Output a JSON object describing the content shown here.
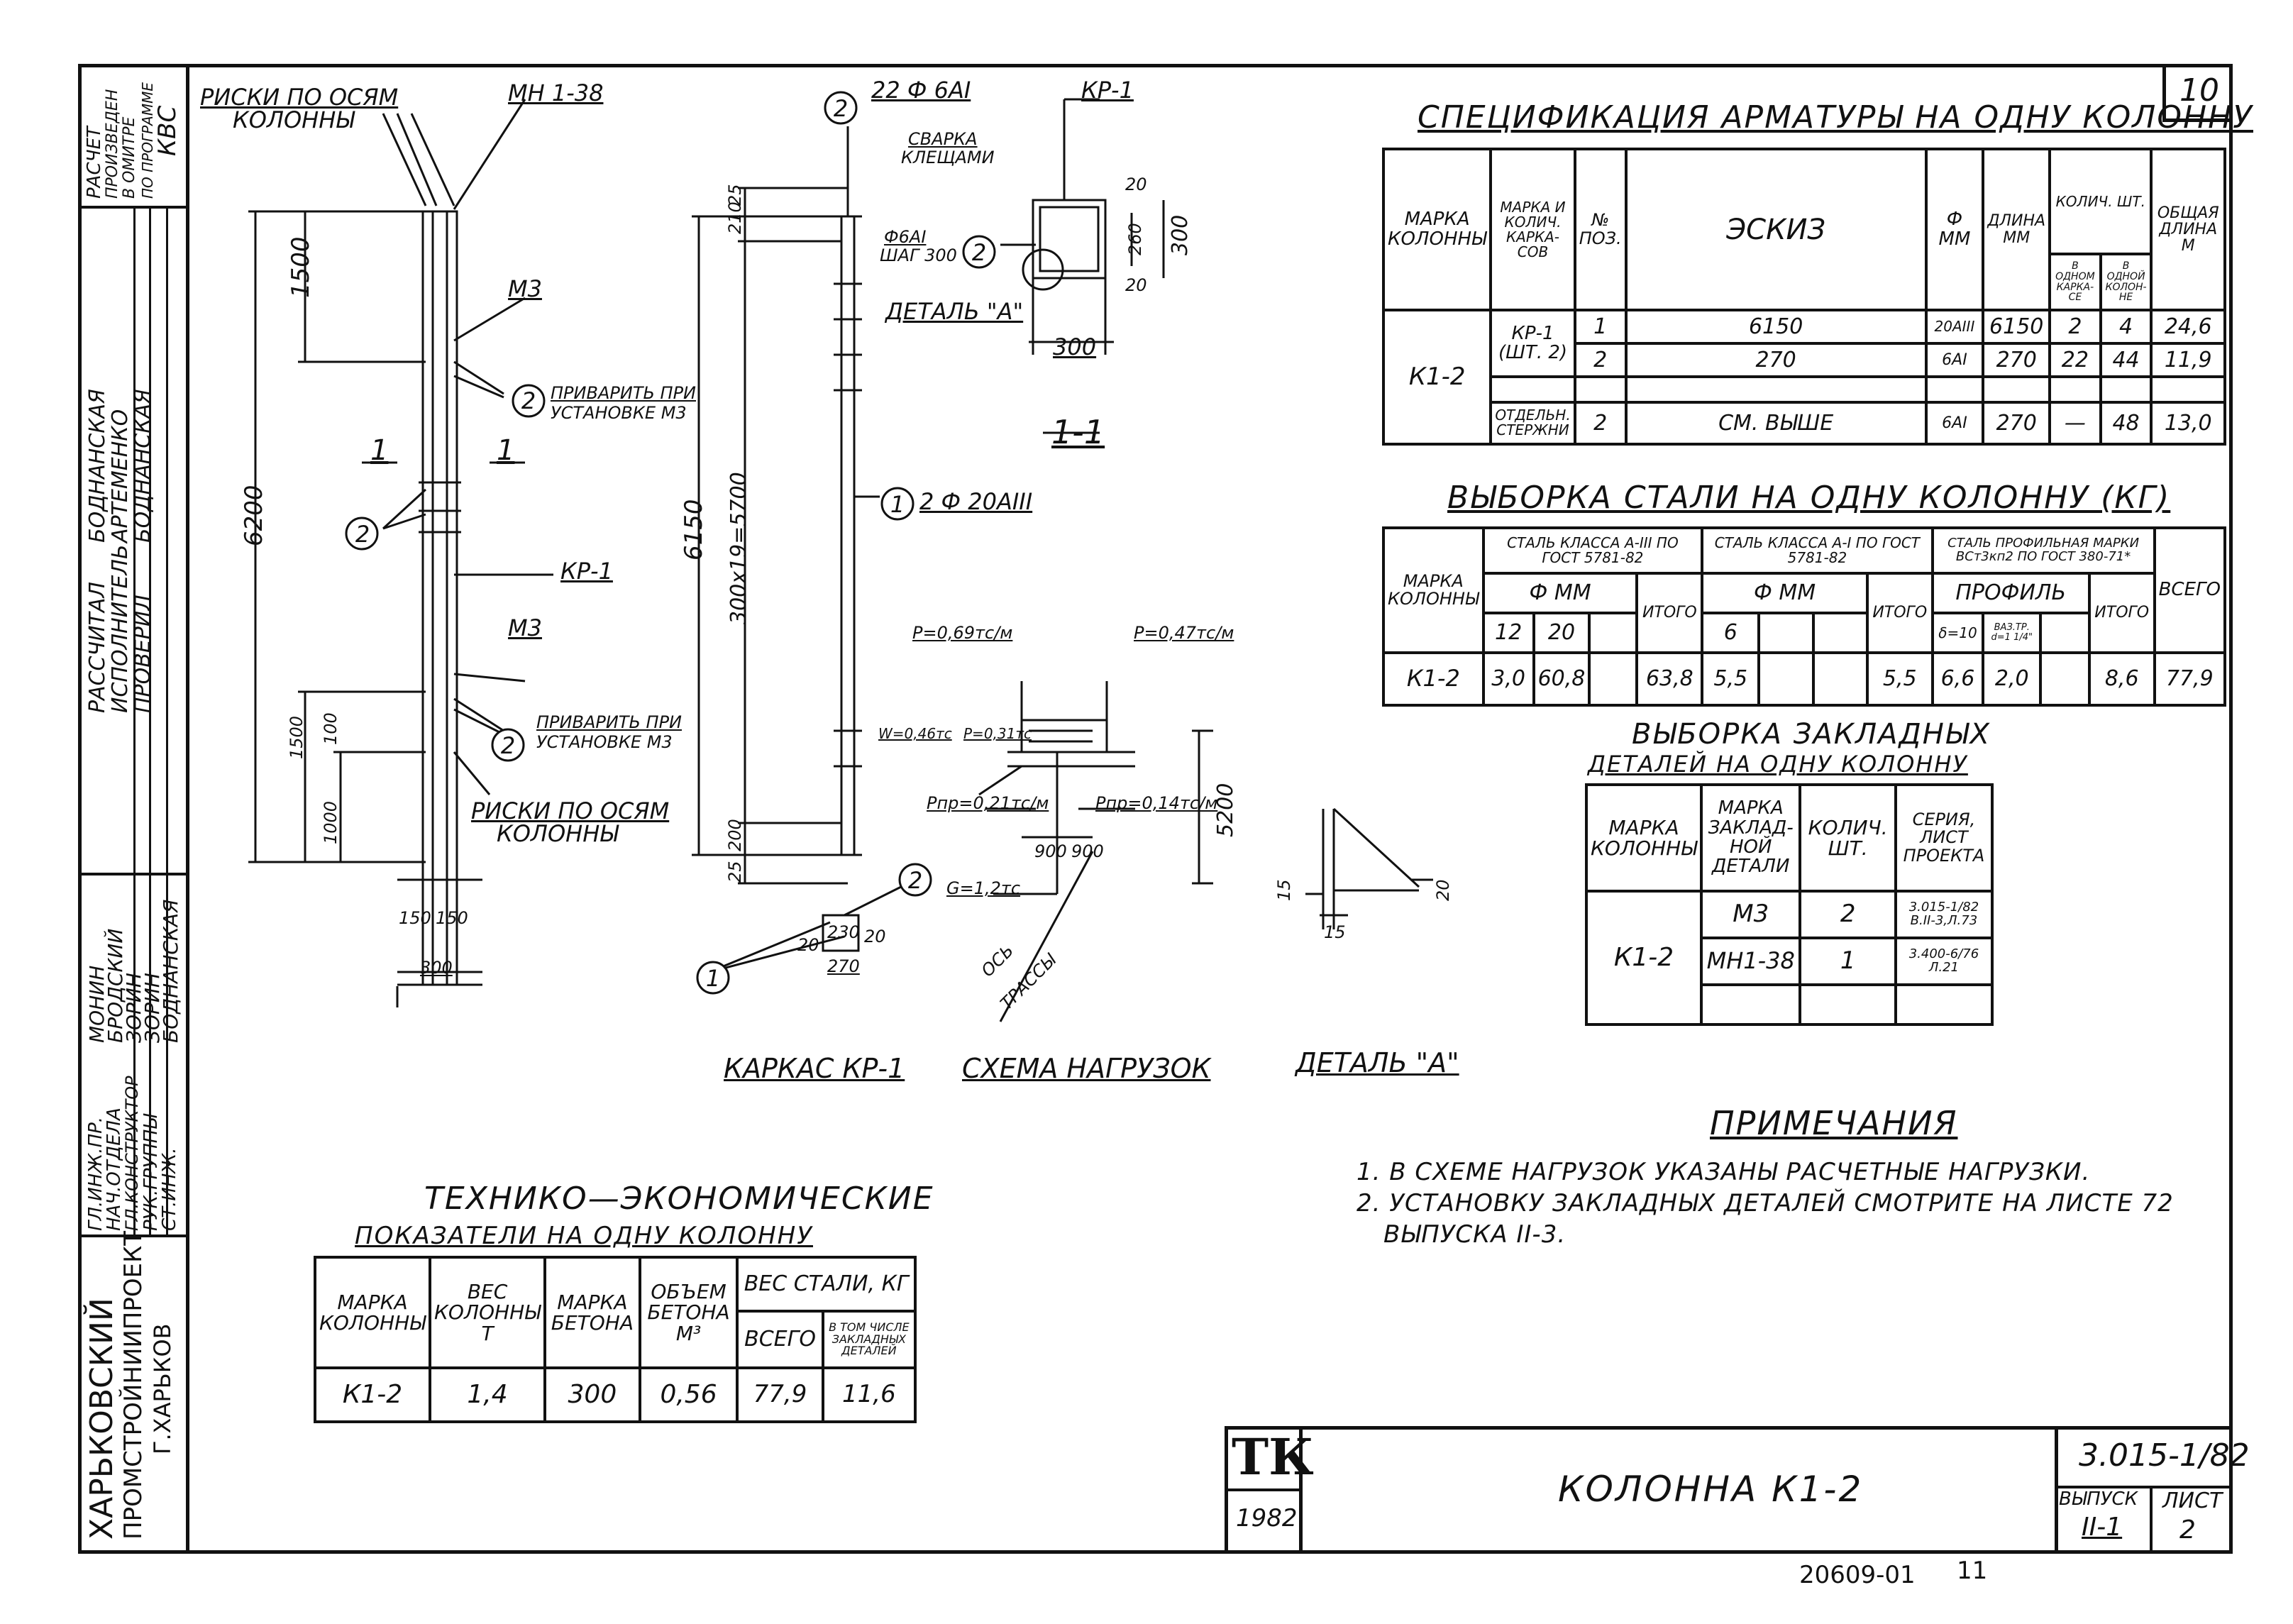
{
  "sheet_corner": "10",
  "stamp": {
    "calc_note": [
      "РАСЧЕТ",
      "ПРОИЗВЕДЕН",
      "В ОМИТРЕ",
      "ПО ПРОГРАММЕ",
      "КВС"
    ],
    "roles_a": [
      "РАССЧИТАЛ",
      "ИСПОЛНИТЕЛЬ",
      "ПРОВЕРИЛ"
    ],
    "names_a": [
      "БОДНАНСКАЯ",
      "АРТЕМЕНКО",
      "БОДНАНСКАЯ"
    ],
    "roles_b": [
      "ГЛ.ИНЖ.ПР.",
      "НАЧ.ОТДЕЛА",
      "ГЛ.КОНСТРУКТОР",
      "РУК.ГРУППЫ",
      "СТ.ИНЖ."
    ],
    "names_b": [
      "МОНИН",
      "БРОДСКИЙ",
      "ЗОРИН",
      "ЗОРИН",
      "БОДНАНСКАЯ"
    ],
    "org": [
      "ХАРЬКОВСКИЙ",
      "ПРОМСТРОЙНИИПРОЕКТ",
      "Г.ХАРЬКОВ"
    ]
  },
  "column_drawing": {
    "risks_top": [
      "РИСКИ ПО ОСЯМ",
      "КОЛОННЫ"
    ],
    "mn": "МН 1-38",
    "d1500": "1500",
    "m3a": "М3",
    "m3b": "М3",
    "weld_a": [
      "ПРИВАРИТЬ ПРИ",
      "УСТАНОВКЕ М3"
    ],
    "weld_b": [
      "ПРИВАРИТЬ ПРИ",
      "УСТАНОВКЕ М3"
    ],
    "d6200": "6200",
    "sec1": "1",
    "sec1b": "1",
    "kp1": "КР-1",
    "pos2": "2",
    "pos2b": "2",
    "pos2c": "2",
    "d1500b": "1500",
    "d1000": "1000",
    "d100": "100",
    "risks_bot": [
      "РИСКИ ПО ОСЯМ",
      "КОЛОННЫ"
    ],
    "d150a": "150",
    "d150b": "150",
    "d300": "300"
  },
  "frame_kp1": {
    "top_bar": "22 Ф 6АI",
    "kp1": "КР-1",
    "weld": [
      "СВАРКА",
      "КЛЕЩАМИ"
    ],
    "stir": [
      "Ф6АI",
      "ШАГ 300"
    ],
    "detail": "ДЕТАЛЬ \"А\"",
    "d20a": "20",
    "d260": "260",
    "d20b": "20",
    "d300v": "300",
    "d300h": "300",
    "d210": "210",
    "d25": "25",
    "d6150": "6150",
    "d5700": "300х19=5700",
    "bars": "2 Ф 20АIII",
    "sec": "1-1",
    "d200": "200",
    "d25b": "25",
    "d20c": "20",
    "d230": "230",
    "d20d": "20",
    "d270": "270",
    "caption": "КАРКАС КР-1"
  },
  "loads": {
    "p1": "Р=0,69тс/м",
    "p2": "Р=0,47тс/м",
    "w": "W=0,46тс",
    "pa": "Р=0,31тс",
    "ppr1": "Рпр=0,21тс/м",
    "ppr2": "Рпр=0,14тс/м",
    "d900a": "900",
    "d900b": "900",
    "g": "G=1,2тс",
    "axis": [
      "ОСЬ",
      "ТРАССЫ"
    ],
    "d5200": "5200",
    "caption": "СХЕМА НАГРУЗОК"
  },
  "detail_a": {
    "d15a": "15",
    "d15b": "15",
    "d20": "20",
    "caption": "ДЕТАЛЬ \"А\""
  },
  "spec": {
    "title": "СПЕЦИФИКАЦИЯ АРМАТУРЫ НА ОДНУ КОЛОННУ",
    "headers": [
      "МАРКА КОЛОННЫ",
      "МАРКА И КОЛИЧ. КАРКА-СОВ",
      "№ ПОЗ.",
      "ЭСКИЗ",
      "Ф ММ",
      "ДЛИНА ММ",
      "КОЛИЧ. ШТ.",
      "В ОДНОМ КАРКА-СЕ",
      "В ОДНОЙ КОЛОН-НЕ",
      "ОБЩАЯ ДЛИНА М"
    ],
    "mark": "К1-2",
    "frame": "КР-1 (ШТ. 2)",
    "separate": "ОТДЕЛЬН. СТЕРЖНИ",
    "rows": [
      {
        "pos": "1",
        "sketch": "6150",
        "d": "20АIII",
        "len": "6150",
        "n1": "2",
        "n2": "4",
        "total": "24,6"
      },
      {
        "pos": "2",
        "sketch": "270",
        "d": "6АI",
        "len": "270",
        "n1": "22",
        "n2": "44",
        "total": "11,9"
      },
      {
        "pos": "2",
        "sketch": "СМ. ВЫШЕ",
        "d": "6АI",
        "len": "270",
        "n1": "—",
        "n2": "48",
        "total": "13,0"
      }
    ]
  },
  "steel": {
    "title": "ВЫБОРКА СТАЛИ НА ОДНУ КОЛОННУ (КГ)",
    "h_mark": "МАРКА КОЛОННЫ",
    "h_a3": "СТАЛЬ КЛАССА А-III ПО ГОСТ 5781-82",
    "h_a1": "СТАЛЬ КЛАССА А-I ПО ГОСТ 5781-82",
    "h_prof": "СТАЛЬ ПРОФИЛЬНАЯ МАРКИ ВСт3кп2 ПО ГОСТ 380-71*",
    "h_dmm": "Ф ММ",
    "h_dmm2": "Ф ММ",
    "h_profile": "ПРОФИЛЬ",
    "h_12": "12",
    "h_20": "20",
    "h_total": "ИТОГО",
    "h_6": "6",
    "h_total2": "ИТОГО",
    "h_d10": "δ=10",
    "h_pipe": "ВАЗ.ТР. d=1 1/4\"",
    "h_total3": "ИТОГО",
    "h_all": "ВСЕГО",
    "row": {
      "mark": "К1-2",
      "v12": "3,0",
      "v20": "60,8",
      "t1": "63,8",
      "v6": "5,5",
      "t2": "5,5",
      "p1": "6,6",
      "p2": "2,0",
      "t3": "8,6",
      "all": "77,9"
    }
  },
  "embedded": {
    "title1": "ВЫБОРКА ЗАКЛАДНЫХ",
    "title2": "ДЕТАЛЕЙ НА ОДНУ КОЛОННУ",
    "h": [
      "МАРКА КОЛОННЫ",
      "МАРКА ЗАКЛАД-НОЙ ДЕТАЛИ",
      "КОЛИЧ. ШТ.",
      "СЕРИЯ, ЛИСТ ПРОЕКТА"
    ],
    "mark": "К1-2",
    "rows": [
      {
        "part": "М3",
        "n": "2",
        "ref": "3.015-1/82 В.II-3,Л.73"
      },
      {
        "part": "МН1-38",
        "n": "1",
        "ref": "3.400-6/76 Л.21"
      }
    ]
  },
  "notes": {
    "title": "ПРИМЕЧАНИЯ",
    "items": [
      "1. В СХЕМЕ НАГРУЗОК УКАЗАНЫ РАСЧЕТНЫЕ НАГРУЗКИ.",
      "2. УСТАНОВКУ ЗАКЛАДНЫХ ДЕТАЛЕЙ СМОТРИТЕ НА ЛИСТЕ 72",
      "ВЫПУСКА II-3."
    ]
  },
  "tech": {
    "title1": "ТЕХНИКО—ЭКОНОМИЧЕСКИЕ",
    "title2": "ПОКАЗАТЕЛИ НА ОДНУ КОЛОННУ",
    "h": [
      "МАРКА КОЛОННЫ",
      "ВЕС КОЛОННЫ Т",
      "МАРКА БЕТОНА",
      "ОБЪЕМ БЕТОНА М³",
      "ВЕС СТАЛИ, КГ",
      "ВСЕГО",
      "В ТОМ ЧИСЛЕ ЗАКЛАДНЫХ ДЕТАЛЕЙ"
    ],
    "row": [
      "К1-2",
      "1,4",
      "300",
      "0,56",
      "77,9",
      "11,6"
    ]
  },
  "title_block": {
    "logo": "ТК",
    "year": "1982",
    "name": "КОЛОННА К1-2",
    "series": "3.015-1/82",
    "issue_h": "ВЫПУСК",
    "issue": "II-1",
    "sheet_h": "ЛИСТ",
    "sheet": "2"
  },
  "footer": {
    "code": "20609-01",
    "num": "11"
  }
}
